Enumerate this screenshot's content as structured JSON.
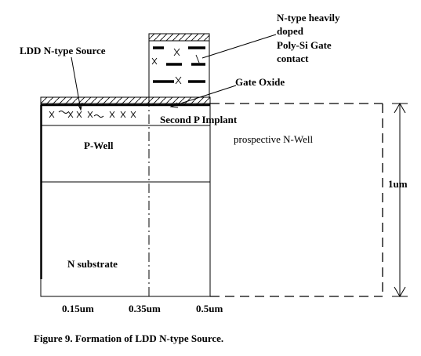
{
  "labels": {
    "nplus_line1": "N-type heavily",
    "nplus_line2": "doped",
    "nplus_line3": "Poly-Si Gate",
    "nplus_line4": "contact",
    "ldd_source": "LDD N-type Source",
    "gate_oxide": "Gate Oxide",
    "second_p_implant": "Second P Implant",
    "p_well": "P-Well",
    "prospective_n_well": "prospective  N-Well",
    "one_um": "1um",
    "n_substrate": "N substrate",
    "tick_015": "0.15um",
    "tick_035": "0.35um",
    "tick_05": "0.5um"
  },
  "caption": "Figure 9. Formation of LDD N-type Source.",
  "colors": {
    "ink": "#000000",
    "background": "#ffffff"
  }
}
